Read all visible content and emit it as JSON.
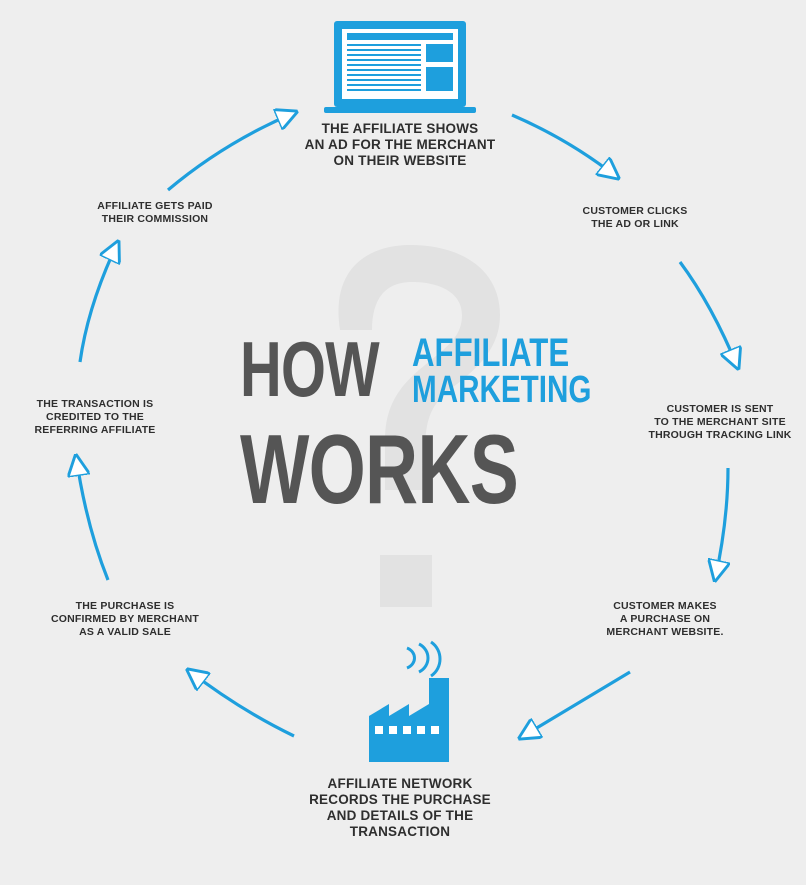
{
  "title": {
    "how": "HOW",
    "affiliate": "AFFILIATE",
    "marketing": "MARKETING",
    "works": "WORKS"
  },
  "steps": [
    "THE AFFILIATE SHOWS\nAN AD FOR THE MERCHANT\nON THEIR WEBSITE",
    "CUSTOMER CLICKS\nTHE AD OR LINK",
    "CUSTOMER IS SENT\nTO THE MERCHANT SITE\nTHROUGH TRACKING LINK",
    "CUSTOMER MAKES\nA PURCHASE ON\nMERCHANT WEBSITE.",
    "AFFILIATE NETWORK\nRECORDS THE PURCHASE\nAND DETAILS OF THE\nTRANSACTION",
    "THE PURCHASE IS\nCONFIRMED BY MERCHANT\nAS A VALID SALE",
    "THE TRANSACTION IS\nCREDITED TO THE\nREFERRING AFFILIATE",
    "AFFILIATE GETS PAID\nTHEIR COMMISSION"
  ],
  "icons": [
    "laptop-icon",
    "factory-icon",
    "question-mark-icon"
  ],
  "colors": {
    "accent": "#1e9fdd",
    "title_gray": "#555555",
    "text": "#2e2e2e",
    "background": "#eeeeee",
    "watermark": "#e2e2e2"
  }
}
